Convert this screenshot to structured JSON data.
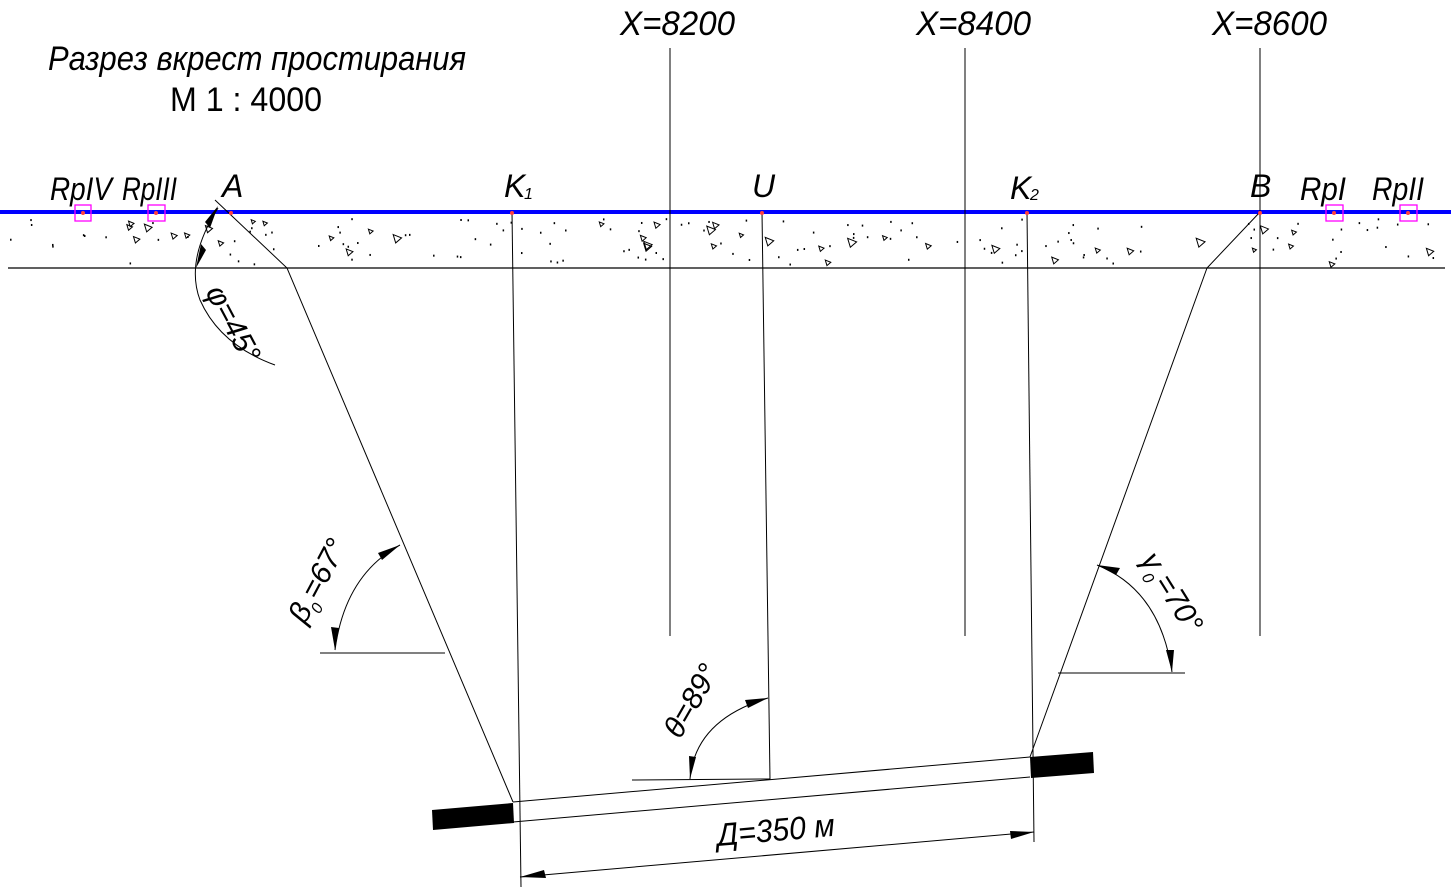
{
  "title": "Разрез вкрест простирания",
  "scale": "М 1 : 4000",
  "grid_labels": [
    "X=8200",
    "X=8400",
    "X=8600"
  ],
  "benchmarks": [
    "RpIV",
    "RpIII",
    "RpI",
    "RpII"
  ],
  "points": {
    "A": "A",
    "K1": "K",
    "K1_sub": "1",
    "U": "U",
    "K2": "K",
    "K2_sub": "2",
    "B": "B"
  },
  "angles": {
    "phi": "φ=45°",
    "beta": "β",
    "beta_sub": "0",
    "beta_val": "=67°",
    "gamma": "γ",
    "gamma_sub": "0",
    "gamma_val": " =70°",
    "theta": "θ=89°"
  },
  "distance": "Д=350 м",
  "colors": {
    "surface": "#0000ff",
    "benchmark": "#ff00ff",
    "point": "#ff4040"
  }
}
